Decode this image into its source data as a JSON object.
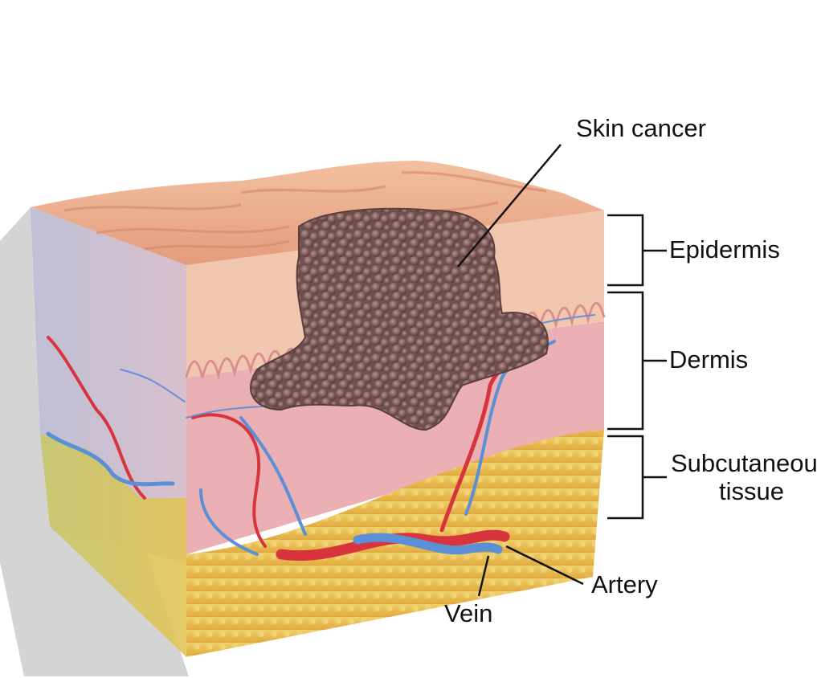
{
  "labels": {
    "skin_cancer": "Skin cancer",
    "epidermis": "Epidermis",
    "dermis": "Dermis",
    "subcutaneous_line1": "Subcutaneous",
    "subcutaneous_line2": "tissue",
    "artery": "Artery",
    "vein": "Vein"
  },
  "colors": {
    "epidermis_top": "#e8a884",
    "epidermis": "#f0c2a8",
    "dermis": "#e9aeb0",
    "subcutaneous": "#e6c04c",
    "side_face": "#c8c0d8",
    "tumor": "#7a5a58",
    "artery": "#d8343e",
    "vein": "#5b8fd6",
    "shadow": "#d6d6d6"
  }
}
